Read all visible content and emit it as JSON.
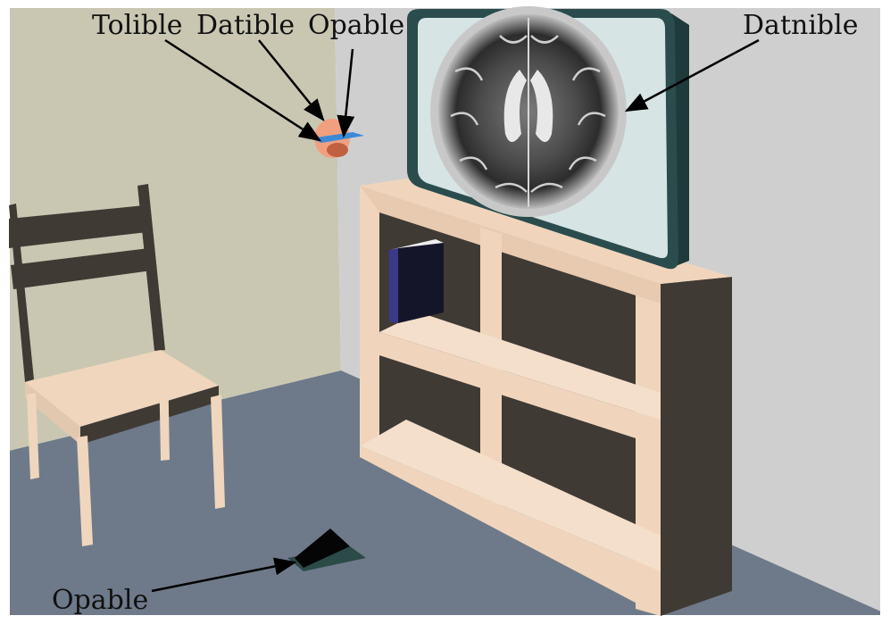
{
  "labels": {
    "tolible": "Tolible",
    "datible": "Datible",
    "opable_top": "Opable",
    "datnible": "Datnible",
    "opable_bottom": "Opable"
  },
  "colors": {
    "left_wall": "#c9c7b2",
    "back_wall": "#cfcfcf",
    "floor": "#6e7a8a",
    "wood": "#f0d5bc",
    "dark_wood": "#3f3a34",
    "monitor_frame": "#2a4c4c",
    "monitor_screen": "#d6e4e4",
    "book": "#15152a",
    "book_spine": "#3a3a8a",
    "head": "#f0a080",
    "probe": "#3a8ad6",
    "arrow": "#000000"
  }
}
